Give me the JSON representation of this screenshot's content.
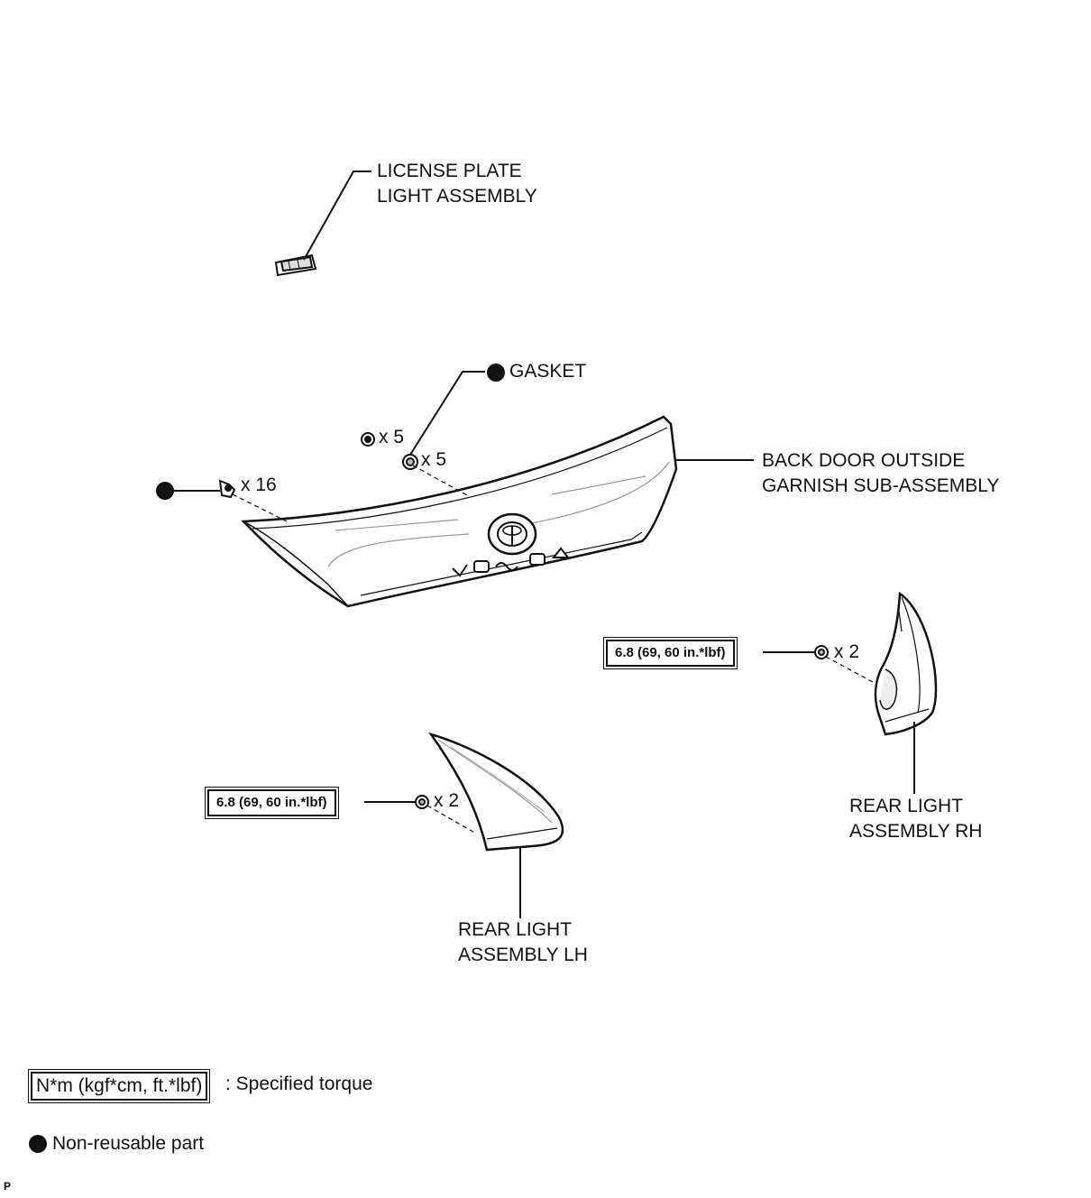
{
  "labels": {
    "license_plate_light_line1": "LICENSE PLATE",
    "license_plate_light_line2": "LIGHT ASSEMBLY",
    "gasket": "GASKET",
    "garnish_line1": "BACK DOOR OUTSIDE",
    "garnish_line2": "GARNISH SUB-ASSEMBLY",
    "rear_light_rh_line1": "REAR LIGHT",
    "rear_light_rh_line2": "ASSEMBLY RH",
    "rear_light_lh_line1": "REAR LIGHT",
    "rear_light_lh_line2": "ASSEMBLY LH"
  },
  "quantities": {
    "nut_top": "x 5",
    "gasket_nut": "x 5",
    "clip_left": "x 16",
    "rh_nut": "x 2",
    "lh_nut": "x 2"
  },
  "torques": {
    "rh": "6.8 (69, 60 in.*lbf)",
    "lh": "6.8 (69, 60 in.*lbf)"
  },
  "legend": {
    "torque_unit": "N*m (kgf*cm, ft.*lbf)",
    "torque_desc": ": Specified torque",
    "non_reusable": "Non-reusable part"
  },
  "corner_code": "P",
  "colors": {
    "ink": "#111111",
    "paper": "#ffffff",
    "shade": "#cfcfcf"
  }
}
